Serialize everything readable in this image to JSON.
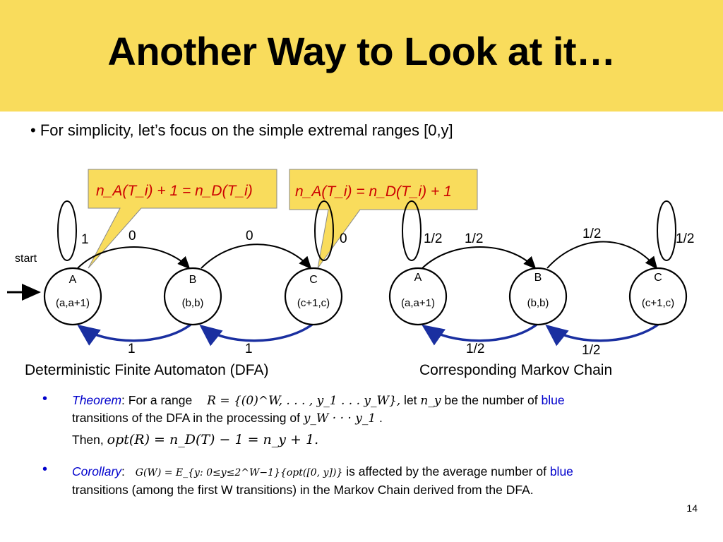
{
  "slide": {
    "title": "Another Way to Look at it…",
    "bullet": "• For simplicity, let’s focus on the simple extremal ranges [0,y]",
    "page_number": "14"
  },
  "dfa": {
    "caption": "Deterministic Finite Automaton (DFA)",
    "start_label": "start",
    "states": [
      {
        "name": "A",
        "label": "(a,a+1)"
      },
      {
        "name": "B",
        "label": "(b,b)"
      },
      {
        "name": "C",
        "label": "(c+1,c)"
      }
    ],
    "self_loop_a": "1",
    "self_loop_c": "0",
    "edge_ab": "0",
    "edge_bc": "0",
    "edge_ba": "1",
    "edge_cb": "1",
    "callout_a": "n_A(T_i) + 1 = n_D(T_i)",
    "callout_c": "n_A(T_i) = n_D(T_i) + 1"
  },
  "markov": {
    "caption": "Corresponding Markov Chain",
    "states": [
      {
        "name": "A",
        "label": "(a,a+1)"
      },
      {
        "name": "B",
        "label": "(b,b)"
      },
      {
        "name": "C",
        "label": "(c+1,c)"
      }
    ],
    "self_loop_a": "1/2",
    "self_loop_c": "1/2",
    "edge_ab": "1/2",
    "edge_bc": "1/2",
    "edge_ba": "1/2",
    "edge_cb": "1/2"
  },
  "theorem": {
    "label": "Theorem",
    "colon": ":",
    "for_a_range": " For a range ",
    "range_math": "R = {(0)^W, . . . , y_1 . . . y_W},",
    "let": " let ",
    "ny": "n_y",
    "be_number_of": " be the number of ",
    "blue_word": "blue",
    "line2a": "transitions of the DFA in the processing of ",
    "seq_math": "y_W · · · y_1",
    "period": " .",
    "then": "Then, ",
    "then_math": "opt(R) = n_D(T) − 1 = n_y + 1."
  },
  "corollary": {
    "label": "Corollary",
    "colon": ":",
    "math": "G(W) = E_{y: 0≤y≤2^W−1}{opt([0, y])}",
    "text_a": " is affected by the average number of ",
    "blue_word": "blue",
    "line2": "transitions (among the first W transitions) in the Markov Chain derived from the DFA."
  },
  "colors": {
    "header_bg": "#f9dc5c",
    "callout_bg": "#f9dc5c",
    "blue_edge": "#1a2fa0",
    "blue_text": "#0000cc",
    "callout_text": "#cc0000"
  }
}
